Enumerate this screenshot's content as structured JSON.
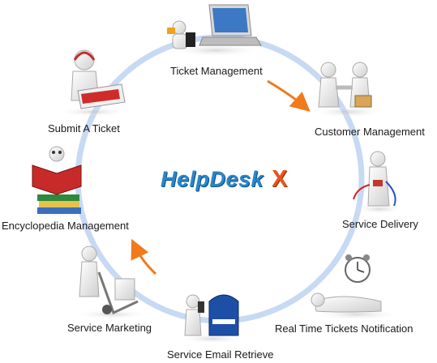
{
  "logo": {
    "main": "HelpDesk",
    "mark": "X"
  },
  "steps": [
    {
      "label": "Ticket Management",
      "icon": "laptop-person-icon"
    },
    {
      "label": "Customer Management",
      "icon": "handshake-icon"
    },
    {
      "label": "Service Delivery",
      "icon": "plug-person-icon"
    },
    {
      "label": "Real Time Tickets Notification",
      "icon": "alarm-clock-icon"
    },
    {
      "label": "Service Email Retrieve",
      "icon": "mailbox-icon"
    },
    {
      "label": "Service Marketing",
      "icon": "hand-truck-icon"
    },
    {
      "label": "Encyclopedia Management",
      "icon": "books-reader-icon"
    },
    {
      "label": "Submit A Ticket",
      "icon": "headset-typing-icon"
    }
  ],
  "colors": {
    "ring": "#c7d9f3",
    "arrow": "#f07a1c",
    "brand_blue": "#2a86c8",
    "brand_orange": "#e8541c"
  }
}
